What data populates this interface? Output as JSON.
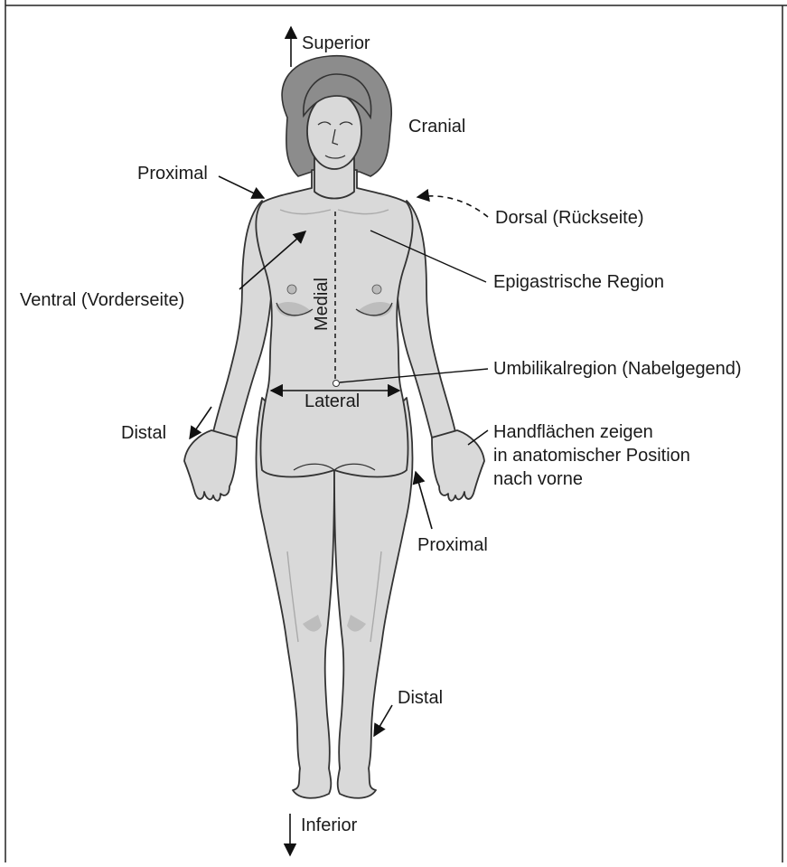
{
  "labels": {
    "superior": "Superior",
    "cranial": "Cranial",
    "proximal_shoulder": "Proximal",
    "dorsal": "Dorsal (Rückseite)",
    "epigastric": "Epigastrische Region",
    "ventral": "Ventral (Vorderseite)",
    "medial": "Medial",
    "umbilical": "Umbilikalregion (Nabelgegend)",
    "lateral": "Lateral",
    "distal_hand": "Distal",
    "palms_line1": "Handflächen zeigen",
    "palms_line2": "in anatomischer Position",
    "palms_line3": "nach vorne",
    "proximal_hip": "Proximal",
    "distal_leg": "Distal",
    "inferior": "Inferior"
  }
}
